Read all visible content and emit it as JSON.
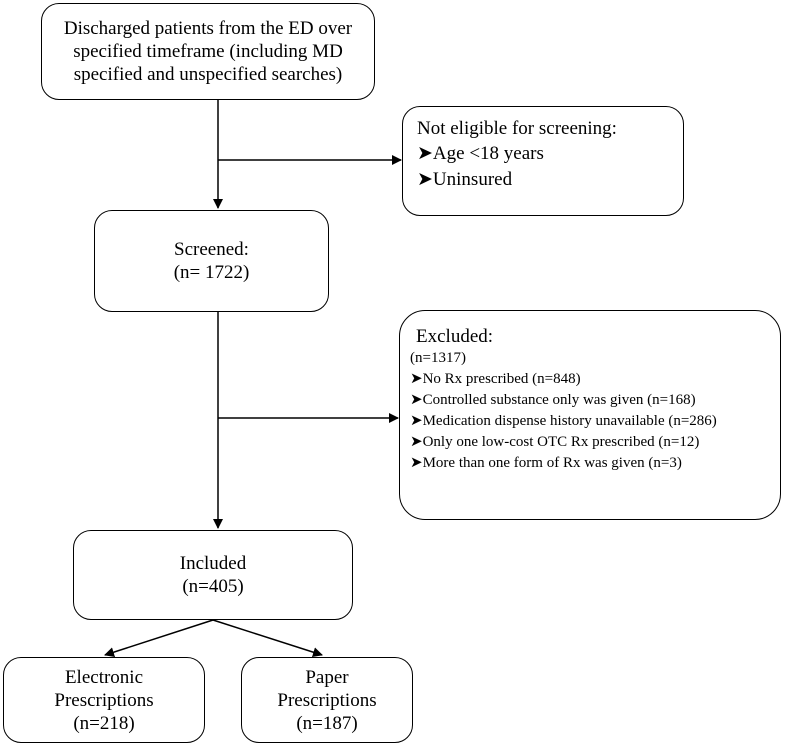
{
  "boxes": {
    "discharged": {
      "lines": [
        "Discharged patients from the ED over",
        "specified timeframe (including MD",
        "specified and unspecified searches)"
      ]
    },
    "not_eligible": {
      "title": "Not eligible for screening:",
      "bullet_glyph": "➤",
      "items": [
        "Age <18 years",
        "Uninsured"
      ]
    },
    "screened": {
      "title": "Screened:",
      "count": "(n= 1722)"
    },
    "excluded": {
      "title": "Excluded:",
      "count": "(n=1317)",
      "bullet_glyph": "➤",
      "items": [
        "No Rx prescribed (n=848)",
        "Controlled substance only was given (n=168)",
        "Medication dispense history unavailable (n=286)",
        "Only one low-cost OTC Rx prescribed (n=12)",
        "More than one form of Rx was given (n=3)"
      ]
    },
    "included": {
      "title": "Included",
      "count": "(n=405)"
    },
    "electronic": {
      "lines": [
        "Electronic",
        "Prescriptions",
        "(n=218)"
      ]
    },
    "paper": {
      "lines": [
        "Paper",
        "Prescriptions",
        "(n=187)"
      ]
    }
  },
  "colors": {
    "line": "#000000",
    "background": "#ffffff"
  }
}
